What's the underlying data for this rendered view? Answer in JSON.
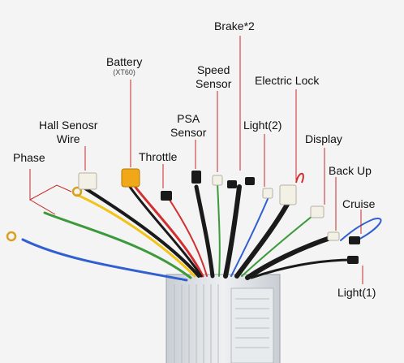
{
  "labels": {
    "brake": "Brake*2",
    "battery": "Battery",
    "battery_sub": "(XT60)",
    "speed_sensor_1": "Speed",
    "speed_sensor_2": "Sensor",
    "electric_lock": "Electric Lock",
    "psa_sensor_1": "PSA",
    "psa_sensor_2": "Sensor",
    "hall_sensor_1": "Hall Senosr",
    "hall_sensor_2": "Wire",
    "light2": "Light(2)",
    "display": "Display",
    "throttle": "Throttle",
    "phase": "Phase",
    "back_up": "Back Up",
    "cruise": "Cruise",
    "light1": "Light(1)"
  },
  "colors": {
    "background": "#f4f4f4",
    "leader_line": "#c62828",
    "controller_body": "#d9dde2",
    "wire_red": "#d32f2f",
    "wire_yellow": "#f2c417",
    "wire_green": "#3c9a3c",
    "wire_blue": "#2f5fd0",
    "wire_black": "#1a1a1a",
    "connector_white": "#f3f0e6",
    "connector_yellow": "#f0a818"
  }
}
